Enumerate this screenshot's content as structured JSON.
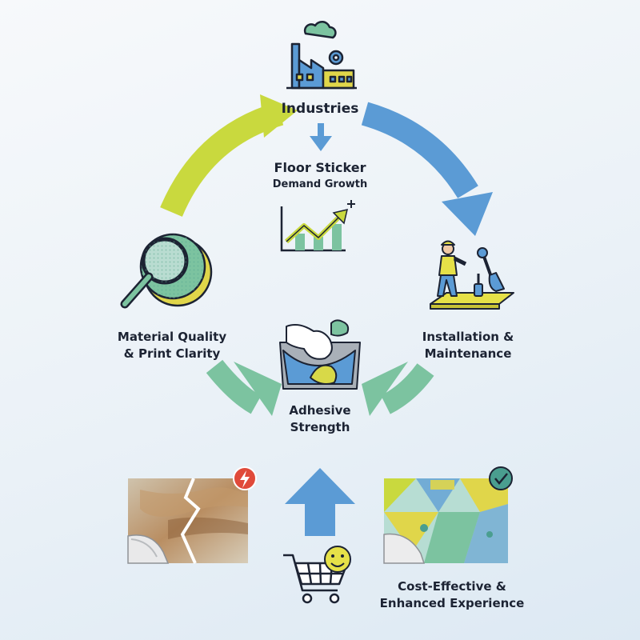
{
  "nodes": {
    "industries": {
      "label": "Industries"
    },
    "demand": {
      "line1": "Floor Sticker",
      "line2": "Demand Growth"
    },
    "installation": {
      "line1": "Installation &",
      "line2": "Maintenance"
    },
    "material": {
      "line1": "Material Quality",
      "line2": "& Print Clarity"
    },
    "adhesive": {
      "line1": "Adhesive",
      "line2": "Strength"
    },
    "cost": {
      "line1": "Cost-Effective &",
      "line2": "Enhanced Experience"
    }
  },
  "colors": {
    "blue": "#5b9bd5",
    "yellow_green": "#c9d93e",
    "green": "#7cc3a0",
    "dark": "#1c2333",
    "red": "#e04a3a",
    "teal": "#4a9e8f"
  },
  "icons": [
    "factory-icon",
    "growth-chart-icon",
    "worker-icon",
    "magnifier-icon",
    "adhesive-icon",
    "damaged-floor-icon",
    "sticker-floor-icon",
    "cart-icon",
    "smiley-icon",
    "lightning-badge-icon",
    "check-badge-icon"
  ]
}
